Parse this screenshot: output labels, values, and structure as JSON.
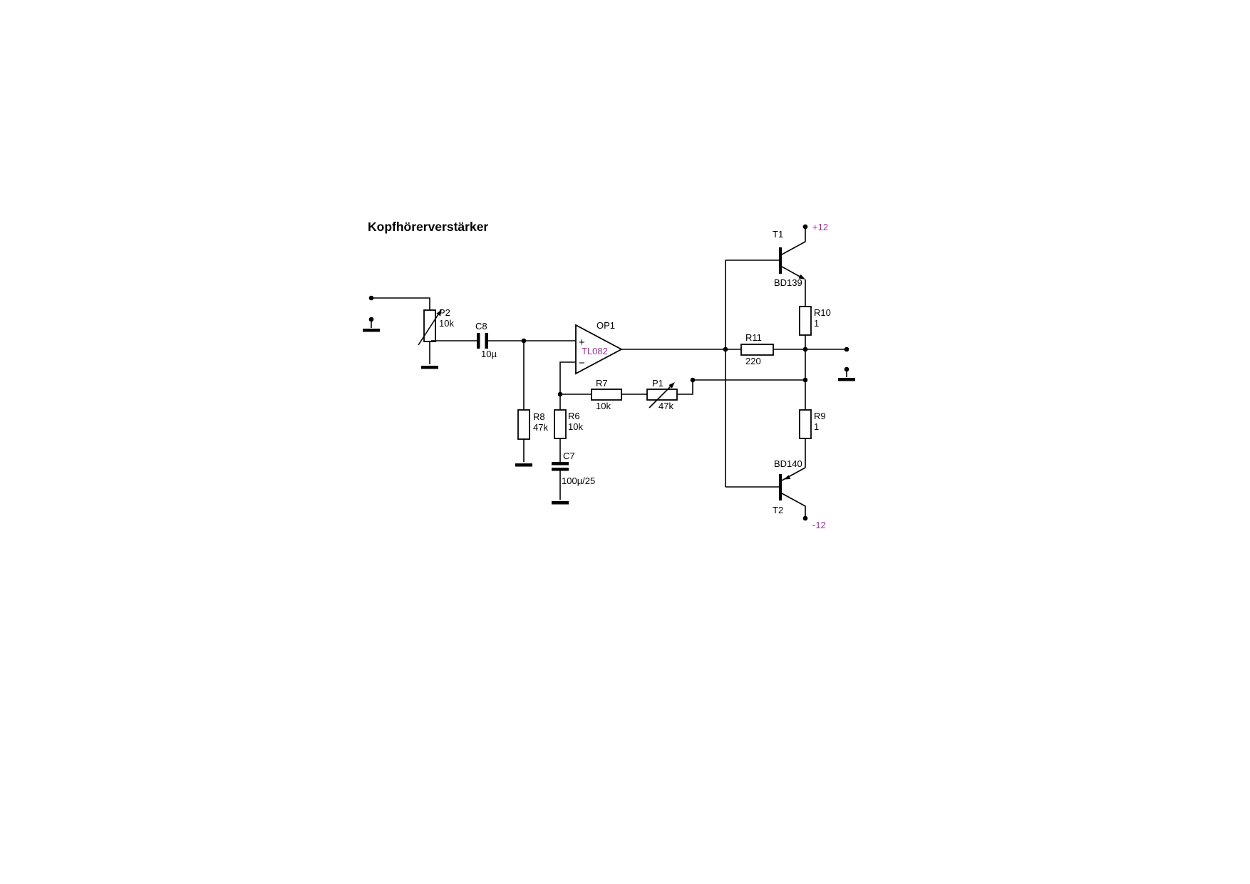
{
  "title": "Kopfhörerverstärker",
  "colors": {
    "wire": "#000000",
    "accent": "#993399",
    "background": "#ffffff"
  },
  "power": {
    "vplus": "+12",
    "vminus": "-12"
  },
  "opamp": {
    "ref": "OP1",
    "part": "TL082",
    "plus": "+",
    "minus": "−"
  },
  "components": {
    "p2": {
      "ref": "P2",
      "value": "10k"
    },
    "c8": {
      "ref": "C8",
      "value": "10µ"
    },
    "r8": {
      "ref": "R8",
      "value": "47k"
    },
    "r7": {
      "ref": "R7",
      "value": "10k"
    },
    "p1": {
      "ref": "P1",
      "value": "47k"
    },
    "r6": {
      "ref": "R6",
      "value": "10k"
    },
    "c7": {
      "ref": "C7",
      "value": "100µ/25"
    },
    "r11": {
      "ref": "R11",
      "value": "220"
    },
    "r10": {
      "ref": "R10",
      "value": "1"
    },
    "r9": {
      "ref": "R9",
      "value": "1"
    },
    "t1": {
      "ref": "T1",
      "part": "BD139"
    },
    "t2": {
      "ref": "T2",
      "part": "BD140"
    }
  }
}
